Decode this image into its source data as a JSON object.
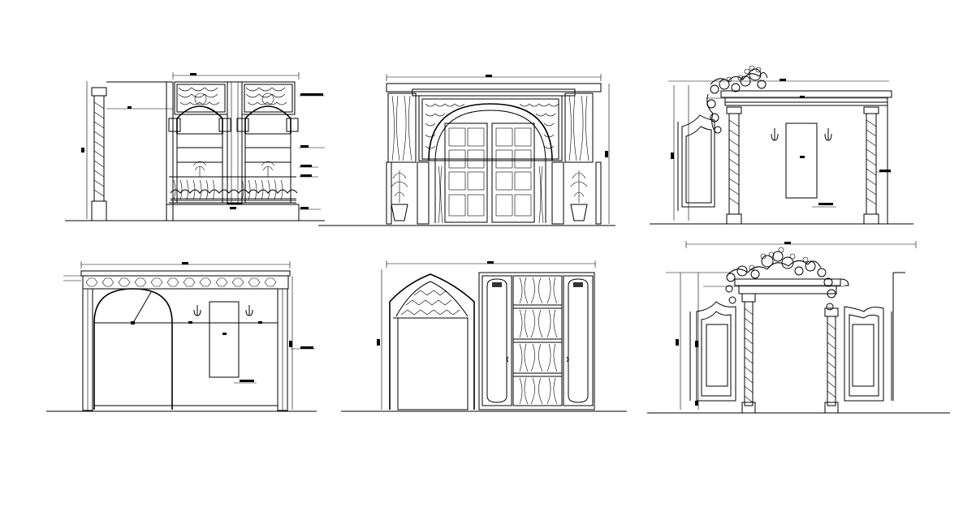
{
  "drawing": {
    "background": "#ffffff",
    "line_color": "#000000",
    "elevations": [
      {
        "id": "elevation-1",
        "row": 1,
        "column": 1,
        "features": [
          "arched-windows",
          "carved-panels",
          "potted-plants",
          "balustrade",
          "twisted-column"
        ]
      },
      {
        "id": "elevation-2",
        "row": 1,
        "column": 2,
        "features": [
          "arched-double-door",
          "carved-frame",
          "potted-plants",
          "side-panels"
        ]
      },
      {
        "id": "elevation-3",
        "row": 1,
        "column": 3,
        "features": [
          "grape-vine-pergola",
          "twisted-columns",
          "saloon-door",
          "wall-sconces",
          "wall-panel"
        ]
      },
      {
        "id": "elevation-4",
        "row": 2,
        "column": 1,
        "features": [
          "ornamental-frieze",
          "arched-opening",
          "wall-sconces",
          "wall-panel"
        ]
      },
      {
        "id": "elevation-5",
        "row": 2,
        "column": 2,
        "features": [
          "ogee-arch-doorway",
          "carved-cabinet-doors",
          "wood-grain-panels"
        ]
      },
      {
        "id": "elevation-6",
        "row": 2,
        "column": 3,
        "features": [
          "grape-vine-arch",
          "twisted-columns",
          "saloon-doors"
        ]
      }
    ]
  }
}
